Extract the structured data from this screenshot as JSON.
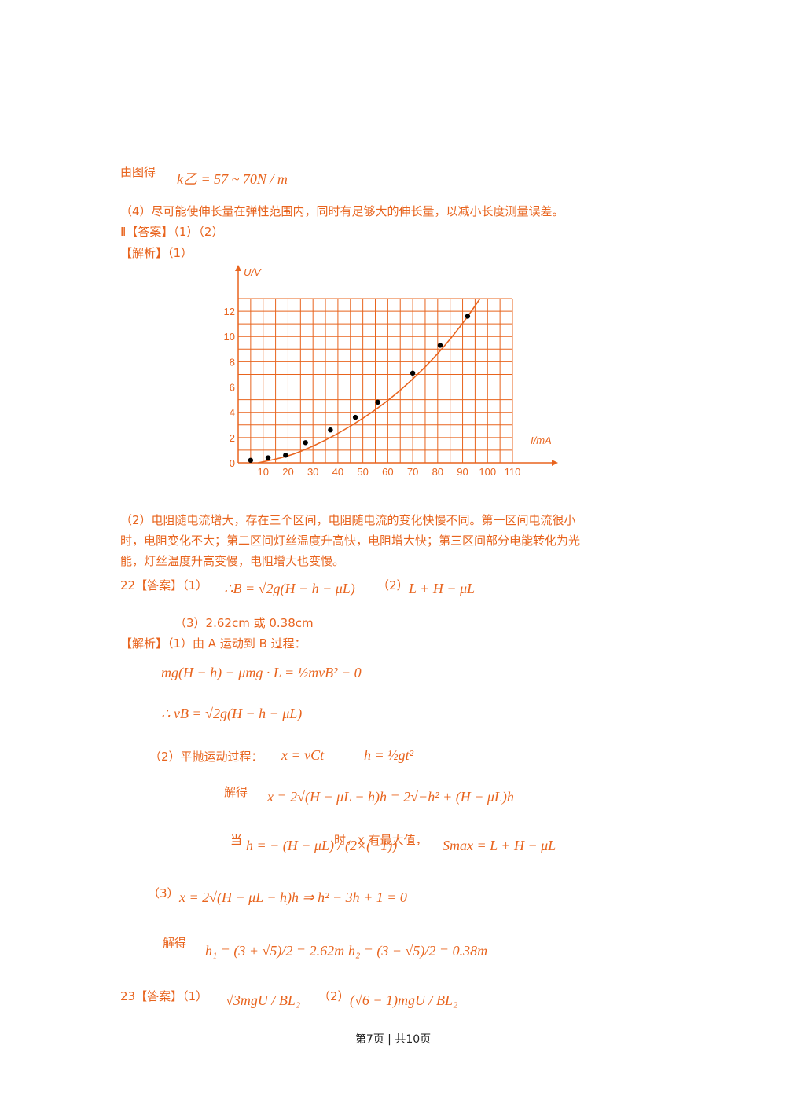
{
  "section3": {
    "from_graph": "由图得",
    "k_formula": "k乙 = 57 ~ 70N / m",
    "line4": "（4）尽可能使伸长量在弹性范围内，同时有足够大的伸长量，以减小长度测量误差。"
  },
  "section_II": {
    "answer": "Ⅱ【答案】（1）（2）",
    "analysis": "【解析】（1）"
  },
  "chart_data": {
    "type": "scatter",
    "xlabel": "I/mA",
    "ylabel": "U/V",
    "xticks": [
      "0",
      "10",
      "20",
      "30",
      "40",
      "50",
      "60",
      "70",
      "80",
      "90",
      "100",
      "110"
    ],
    "yticks": [
      "0",
      "2",
      "4",
      "6",
      "8",
      "10",
      "12"
    ],
    "xlim": [
      0,
      110
    ],
    "ylim": [
      0,
      13
    ],
    "points": [
      {
        "x": 5,
        "y": 0.2
      },
      {
        "x": 12,
        "y": 0.4
      },
      {
        "x": 19,
        "y": 0.6
      },
      {
        "x": 27,
        "y": 1.6
      },
      {
        "x": 37,
        "y": 2.6
      },
      {
        "x": 47,
        "y": 3.6
      },
      {
        "x": 56,
        "y": 4.8
      },
      {
        "x": 70,
        "y": 7.1
      },
      {
        "x": 81,
        "y": 9.3
      },
      {
        "x": 92,
        "y": 11.6
      }
    ],
    "curve": [
      {
        "x": 8,
        "y": 0
      },
      {
        "x": 20,
        "y": 0.5
      },
      {
        "x": 30,
        "y": 1.3
      },
      {
        "x": 40,
        "y": 2.3
      },
      {
        "x": 50,
        "y": 3.5
      },
      {
        "x": 60,
        "y": 4.9
      },
      {
        "x": 70,
        "y": 6.6
      },
      {
        "x": 80,
        "y": 8.6
      },
      {
        "x": 90,
        "y": 11.0
      },
      {
        "x": 97,
        "y": 13.0
      }
    ],
    "grid": true,
    "colors": {
      "grid": "#e8641e",
      "points": "#000000",
      "curve": "#e8641e"
    }
  },
  "section_II_2": {
    "line1": "（2）电阻随电流增大，存在三个区间，电阻随电流的变化快慢不同。第一区间电流很小",
    "line2": "时，电阻变化不大；第二区间灯丝温度升高快，电阻增大快；第三区间部分电能转化为光",
    "line3": "能，灯丝温度升高变慢，电阻增大也变慢。"
  },
  "q22": {
    "answer_label": "22【答案】（1）",
    "ans1": "∴B = √2g(H − h − μL)",
    "ans2_label": "（2）",
    "ans2": "L + H − μL",
    "ans3": "（3）2.62cm 或 0.38cm",
    "analysis_label": "【解析】（1）由 A 运动到 B 过程：",
    "eq1": "mg(H − h) − μmg · L = ½mvB² − 0",
    "eq2": "∴ vB = √2g(H − h − μL)",
    "part2_label": "（2）平抛运动过程：",
    "eq3": "x = vCt",
    "eq4": "h = ½gt²",
    "solve_label": "解得",
    "eq5": "x = 2√(H − μL − h)h = 2√−h² + (H − μL)h",
    "when_label": "当",
    "eq6": "h = − (H − μL) / (2×(−1))",
    "max_text": "时，x 有最大值，",
    "eq7": "Smax = L + H − μL",
    "part3_label": "（3）",
    "eq8": "x = 2√(H − μL − h)h ⇒ h² − 3h + 1 = 0",
    "solve_label2": "解得",
    "eq9": "h₁ = (3 + √5)/2 = 2.62m",
    "eq10": "h₂ = (3 − √5)/2 = 0.38m"
  },
  "q23": {
    "answer_label": "23【答案】（1）",
    "ans1": "√3mgU / BL₂",
    "ans2_label": "（2）",
    "ans2": "(√6 − 1)mgU / BL₂"
  },
  "footer": {
    "page": "第7页 | 共10页"
  }
}
